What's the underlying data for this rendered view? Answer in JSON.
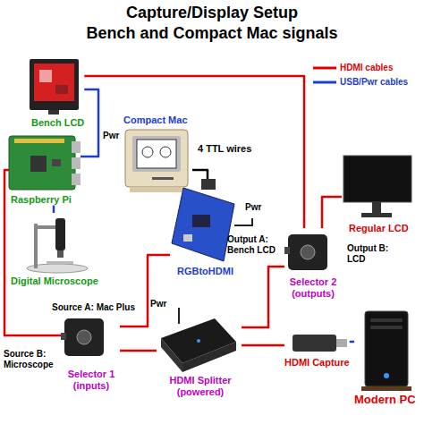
{
  "diagram": {
    "title": "Capture/Display Setup",
    "nodes": [
      {
        "text": [
          "Bench LCD"
        ]
      },
      {
        "text": [
          "Compact Mac"
        ]
      },
      {
        "text": [
          "Raspberry Pi"
        ]
      },
      {
        "text": [
          "Regular LCD"
        ]
      },
      {
        "text": [
          "RGBtoHDMI"
        ]
      },
      {
        "text": [
          "Digital Microscope"
        ]
      },
      {
        "text": [
          "Selector 2 (outputs)"
        ]
      },
      {
        "text": [
          "Selector 1 (inputs)"
        ]
      },
      {
        "text": [
          "HDMI Splitter (powered)"
        ]
      },
      {
        "text": [
          "HDMI Capture"
        ]
      },
      {
        "text": [
          "Modern PC"
        ]
      }
    ],
    "edges": [
      {
        "from": 2,
        "to": 0,
        "arrow": "none",
        "label": "Pwr"
      },
      {
        "from": 2,
        "to": 5,
        "arrow": "none"
      },
      {
        "from": 1,
        "to": 4,
        "arrow": "none",
        "label": "4 TTL wires"
      },
      {
        "from": 4,
        "to": 7,
        "arrow": "none"
      },
      {
        "from": 2,
        "to": 7,
        "arrow": "none"
      },
      {
        "from": 7,
        "to": 8,
        "arrow": "none"
      },
      {
        "from": 8,
        "to": 6,
        "arrow": "none"
      },
      {
        "from": 6,
        "to": 0,
        "arrow": "none"
      },
      {
        "from": 6,
        "to": 3,
        "arrow": "none"
      },
      {
        "from": 8,
        "to": 9,
        "arrow": "none"
      },
      {
        "from": 9,
        "to": 10,
        "arrow": "none"
      }
    ],
    "labels": [
      "Bench and Compact Mac signals",
      "Output A: Bench LCD",
      "Output B: LCD",
      "Source A: Mac Plus",
      "Source B: Microscope",
      "Pwr",
      "Pwr"
    ],
    "legend": [
      {
        "text": "HDMI cables"
      },
      {
        "text": "USB/Pwr cables"
      }
    ]
  }
}
